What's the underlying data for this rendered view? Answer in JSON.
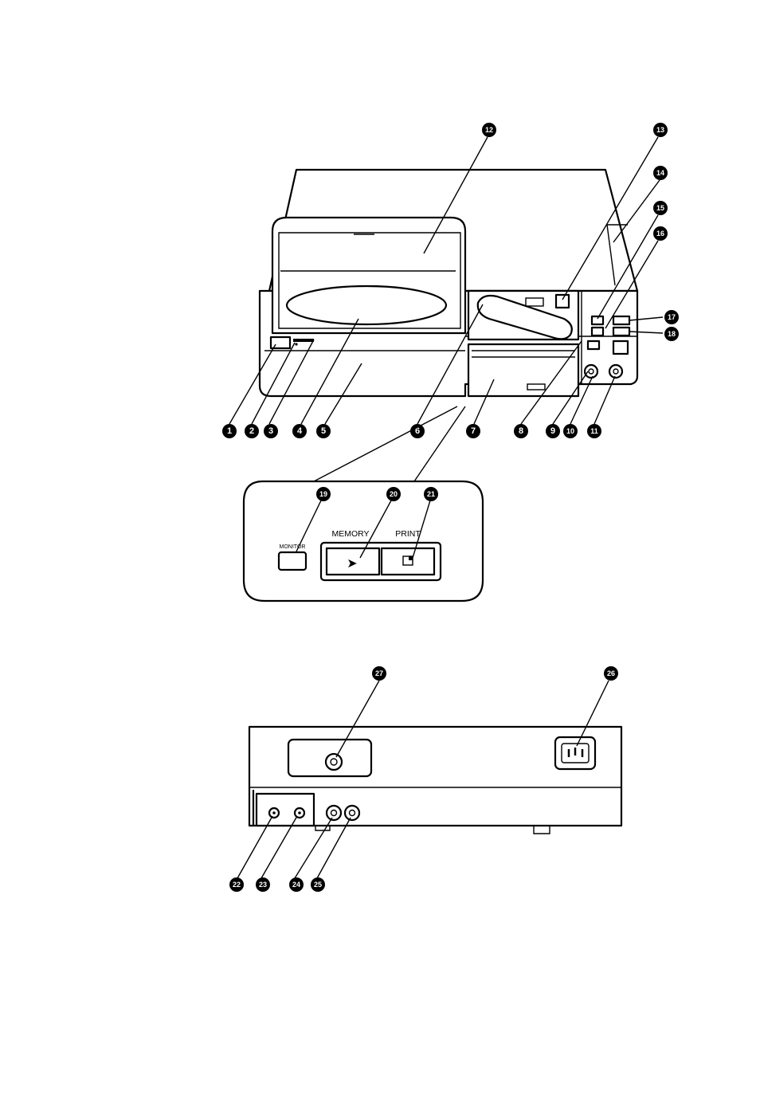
{
  "callouts": [
    "1",
    "2",
    "3",
    "4",
    "5",
    "6",
    "7",
    "8",
    "9",
    "10",
    "11",
    "12",
    "13",
    "14",
    "15",
    "16",
    "17",
    "18",
    "19",
    "20",
    "21",
    "22",
    "23",
    "24",
    "25",
    "26",
    "27"
  ],
  "inset_panel": {
    "monitor_label": "MONITOR",
    "memory_label": "MEMORY",
    "print_label": "PRINT",
    "memory_symbol": "➤",
    "print_symbol": "◻"
  }
}
